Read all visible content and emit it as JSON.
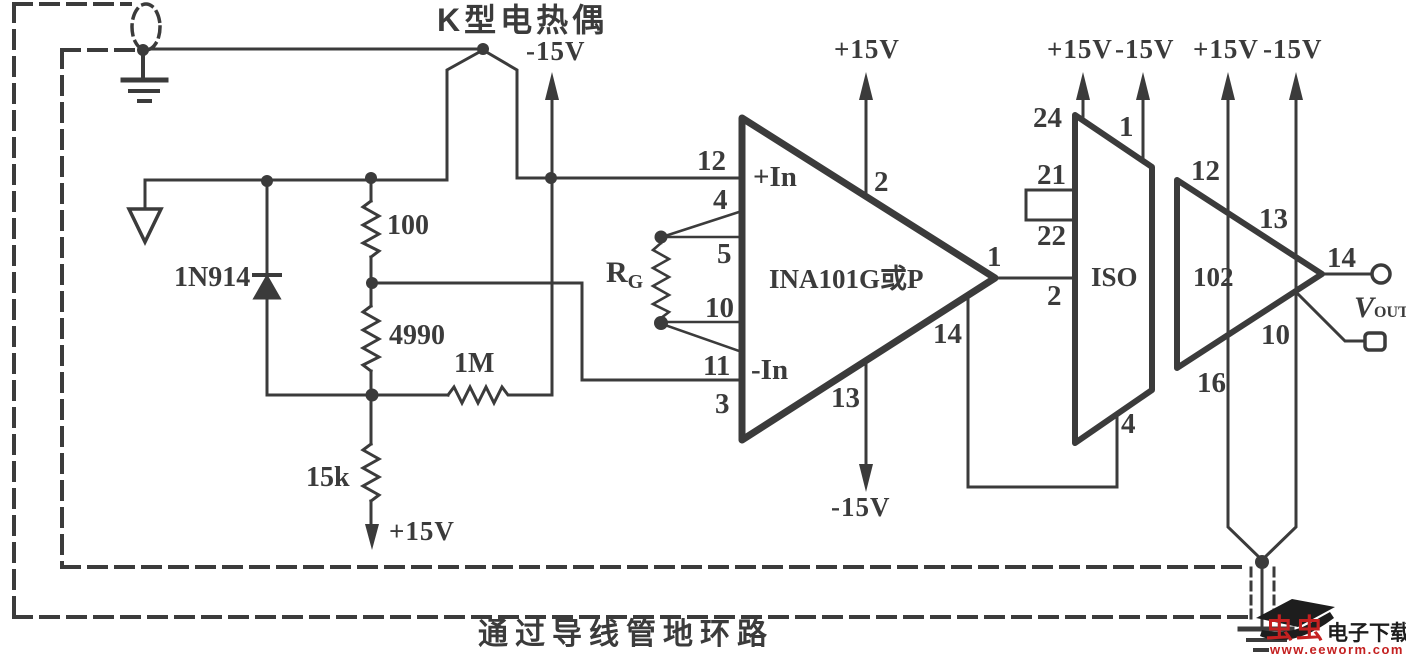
{
  "diagram": {
    "thermocouple_label": "K型电热偶",
    "bottom_note": "通过导线管地环路",
    "components": {
      "diode": "1N914",
      "r100": "100",
      "r4990": "4990",
      "r1m": "1M",
      "r15k": "15k",
      "rg_main": "R",
      "rg_sub": "G",
      "amp1_name": "INA101G或P",
      "iso_name": "ISO",
      "amp2_name": "102"
    },
    "supplies": {
      "thermo_neg15": "-15V",
      "r15k_pos15": "+15V",
      "amp1_pos15": "+15V",
      "amp1_neg15": "-15V",
      "iso_pos15": "+15V",
      "iso_neg15": "-15V",
      "amp2_pos15": "+15V",
      "amp2_neg15": "-15V"
    },
    "pins": {
      "amp1": {
        "p12": "12",
        "p4": "4",
        "p5": "5",
        "p10": "10",
        "p11": "11",
        "p3": "3",
        "p2": "2",
        "p13": "13",
        "p1": "1",
        "p14": "14",
        "plus_in": "+In",
        "minus_in": "-In"
      },
      "iso": {
        "p24": "24",
        "p21": "21",
        "p22": "22",
        "p2": "2",
        "p1": "1",
        "p4": "4"
      },
      "amp2": {
        "p12": "12",
        "p13": "13",
        "p14": "14",
        "p10": "10",
        "p16": "16"
      }
    },
    "output": {
      "v": "V",
      "sub": "OUT"
    }
  },
  "watermark": {
    "logo_text": "虫虫",
    "site_name": "电子下载站",
    "site_url": "www.eeworm.com",
    "logo_color": "#c42020"
  },
  "colors": {
    "ink": "#3b3b3b",
    "background": "#ffffff"
  }
}
